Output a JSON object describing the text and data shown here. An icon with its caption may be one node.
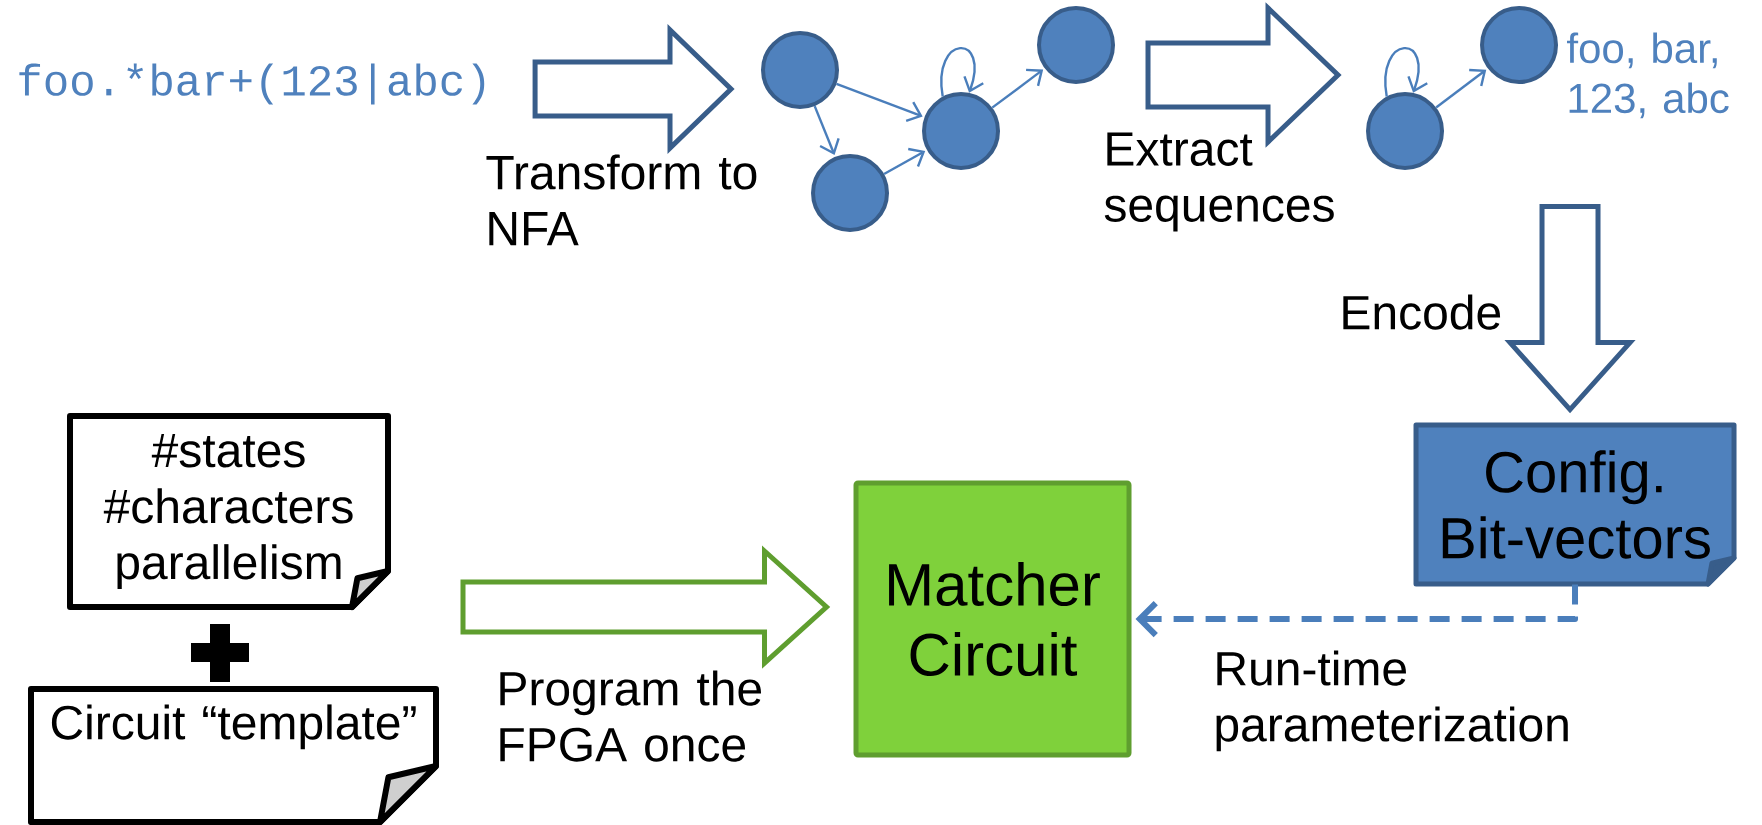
{
  "diagram": {
    "nodes": [
      {
        "text": [
          "foo.*bar+(123|abc)"
        ]
      },
      {
        "text": [],
        "shape": "circle"
      },
      {
        "text": [],
        "shape": "circle"
      },
      {
        "text": [],
        "shape": "circle"
      },
      {
        "text": [],
        "shape": "circle"
      },
      {
        "text": [],
        "shape": "circle"
      },
      {
        "text": [],
        "shape": "circle"
      },
      {
        "text": [
          "foo, bar, 123, abc"
        ]
      },
      {
        "text": [
          "Config. Bit-vectors"
        ]
      },
      {
        "text": [
          "#states #characters parallelism"
        ]
      },
      {
        "text": [
          "Circuit “template”"
        ]
      },
      {
        "text": [
          "Matcher Circuit"
        ]
      }
    ],
    "edges": [
      {
        "from": 0,
        "to": 1,
        "arrow": "to",
        "label": "Transform to NFA",
        "style": "thick",
        "color": "#385d8a"
      },
      {
        "from": 1,
        "to": 3,
        "arrow": "to"
      },
      {
        "from": 1,
        "to": 2,
        "arrow": "to"
      },
      {
        "from": 2,
        "to": 3,
        "arrow": "to"
      },
      {
        "from": 3,
        "to": 3,
        "arrow": "to"
      },
      {
        "from": 3,
        "to": 4,
        "arrow": "to"
      },
      {
        "from": 4,
        "to": 5,
        "arrow": "to",
        "label": "Extract sequences",
        "style": "thick",
        "color": "#385d8a"
      },
      {
        "from": 5,
        "to": 5,
        "arrow": "to"
      },
      {
        "from": 5,
        "to": 6,
        "arrow": "to"
      },
      {
        "from": 7,
        "to": 8,
        "arrow": "to",
        "label": "Encode",
        "style": "thick",
        "color": "#385d8a"
      },
      {
        "from": null,
        "to": 11,
        "arrow": "to",
        "label": "Program the FPGA once",
        "style": "thick",
        "color": "#5f9e2f"
      },
      {
        "from": 8,
        "to": 11,
        "arrow": "to",
        "label": "Run-time parameterization",
        "style": "dashed"
      }
    ]
  }
}
